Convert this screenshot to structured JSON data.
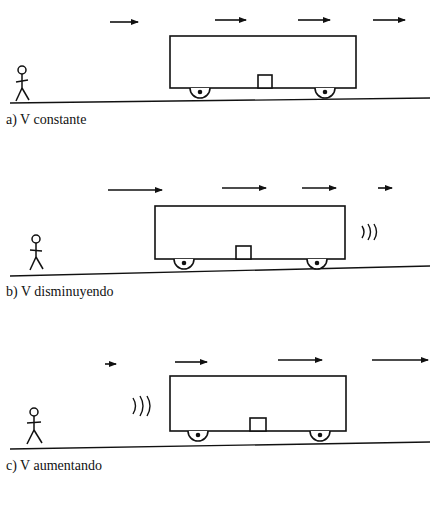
{
  "diagram": {
    "labels": [
      "a) V constante",
      "b) V disminuyendo",
      "c) V aumentando"
    ]
  }
}
